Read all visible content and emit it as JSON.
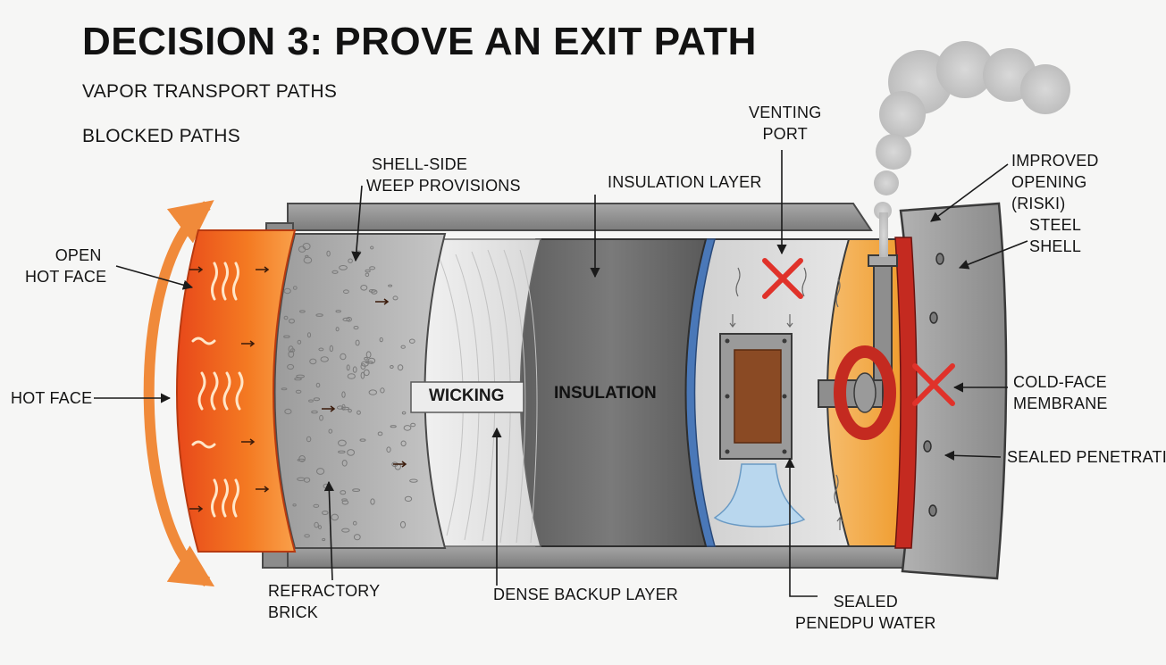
{
  "title": "DECISION 3: PROVE AN EXIT PATH",
  "subtitles": {
    "vapor_paths": "VAPOR TRANSPORT PATHS",
    "blocked_paths": "BLOCKED PATHS"
  },
  "labels": {
    "open_hot_face": [
      "OPEN",
      "HOT FACE"
    ],
    "hot_face": "HOT FACE",
    "refractory_brick": [
      "REFRACTORY",
      "BRICK"
    ],
    "shell_side_weep": [
      "SHELL-SIDE",
      "WEEP PROVISIONS"
    ],
    "insulation_layer": "INSULATION LAYER",
    "venting_port": [
      "VENTING",
      "PORT"
    ],
    "improved_opening": [
      "IMPROVED",
      "OPENING",
      "(RISKI)"
    ],
    "steel_shell": [
      "STEEL",
      "SHELL"
    ],
    "cold_face_membrane": [
      "COLD-FACE",
      "MEMBRANE"
    ],
    "sealed_penetration": "SEALED PENETRATION",
    "dense_backup_layer": "DENSE BACKUP LAYER",
    "sealed_water": [
      "SEALED",
      "PENEDPU WATER"
    ],
    "wicking": "WICKING",
    "insulation": "INSULATION"
  },
  "colors": {
    "hot_face": "#f26a1f",
    "arrow_orange": "#f08a3a",
    "blocked_red": "#e0322a",
    "membrane_red": "#c42a20",
    "steel": "#9a9a9a",
    "insulation_gray": "#6e6e6e",
    "blue_band": "#4a78b8",
    "cold_orange": "#f2a640",
    "rust": "#8a4a24",
    "steam": "#c8c8c8"
  },
  "icons": [
    "curved-arrow-icon",
    "heat-wave-icon",
    "red-x-icon",
    "steam-cloud-icon",
    "pipe-icon",
    "water-puddle-icon"
  ]
}
